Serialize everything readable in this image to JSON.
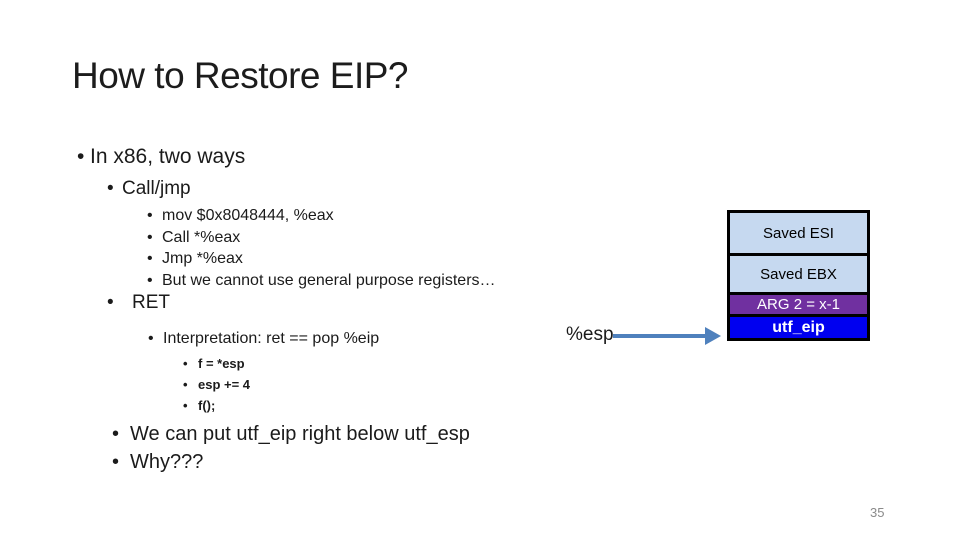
{
  "slide": {
    "title": "How to Restore EIP?",
    "page_number": "35",
    "marker": "•"
  },
  "bullets": {
    "in_x86": "In x86, two ways",
    "call_jmp": "Call/jmp",
    "mov": "mov $0x8048444, %eax",
    "call_eax": "Call *%eax",
    "jmp_eax": "Jmp *%eax",
    "but_we": "But we cannot use general purpose registers…",
    "ret": "RET",
    "interpretation": "Interpretation: ret == pop %eip",
    "f_deref": "f = *esp",
    "esp_inc": "esp += 4",
    "f_call": "f();",
    "we_can_put": "We can put utf_eip right below utf_esp",
    "why": "Why???"
  },
  "diagram": {
    "esp_label": "%esp",
    "arrow_color": "#4f81bd",
    "rows": [
      {
        "label": "Saved ESI",
        "bg": "#c6d9f0",
        "fg": "#000000"
      },
      {
        "label": "Saved EBX",
        "bg": "#c6d9f0",
        "fg": "#000000"
      },
      {
        "label": "ARG 2 = x-1",
        "bg": "#7030a0",
        "fg": "#ffffff"
      },
      {
        "label": "utf_eip",
        "bg": "#0000f0",
        "fg": "#ffffff"
      }
    ]
  }
}
